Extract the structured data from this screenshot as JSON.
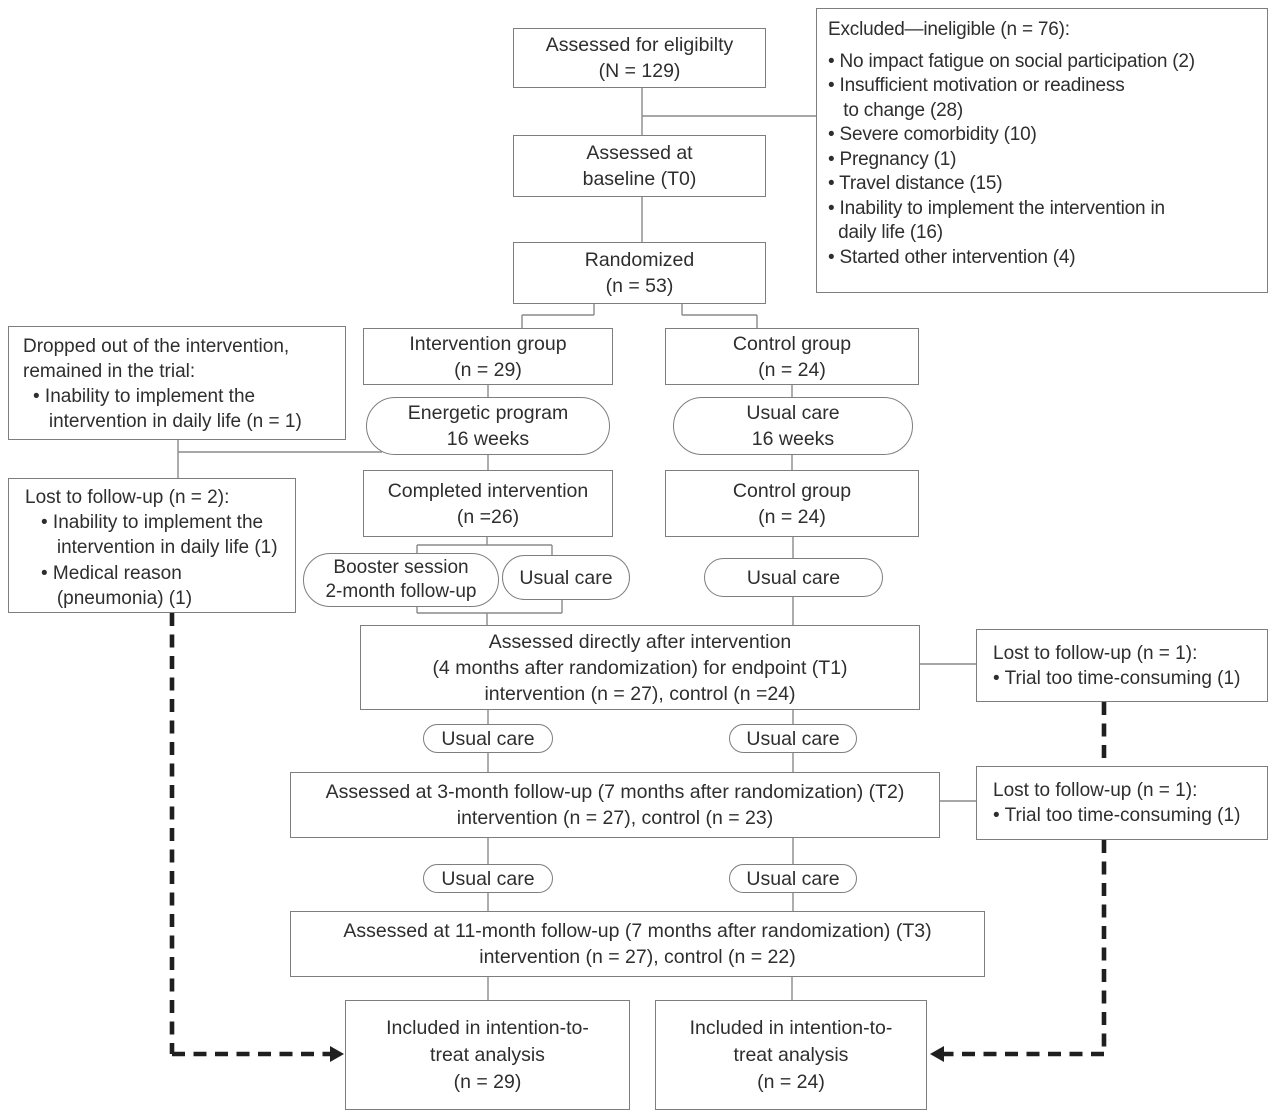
{
  "colors": {
    "background": "#ffffff",
    "box_border": "#7e7e7e",
    "connector": "#8a8a8a",
    "dashed_line": "#1f1f1f",
    "text": "#2e2e2e"
  },
  "boxes": {
    "eligibility": "Assessed for eligibilty\n(N = 129)",
    "baseline": "Assessed at\nbaseline (T0)",
    "randomized": "Randomized\n(n = 53)",
    "excluded": {
      "title": "Excluded—ineligible (n = 76):",
      "items": [
        "• No impact fatigue on social participation (2)",
        "• Insufficient motivation or readiness\n   to change (28)",
        "• Severe comorbidity (10)",
        "• Pregnancy (1)",
        "• Travel distance (15)",
        "• Inability to implement the intervention in\n  daily life (16)",
        "• Started other intervention (4)"
      ]
    },
    "dropped_out": {
      "title": "Dropped out of the intervention,\nremained in the trial:",
      "item": "• Inability to implement the\n   intervention in daily life (n = 1)"
    },
    "intervention_group": "Intervention group\n(n = 29)",
    "control_group_a": "Control group\n(n = 24)",
    "energetic_program": "Energetic program\n16 weeks",
    "usual_care_16": "Usual care\n16 weeks",
    "lost_followup_2": {
      "title": "Lost to follow-up (n = 2):",
      "items": [
        "• Inability to implement the\n   intervention in daily life (1)",
        "• Medical reason\n   (pneumonia) (1)"
      ]
    },
    "completed_intervention": "Completed intervention\n(n =26)",
    "control_group_b": "Control group\n(n = 24)",
    "booster_session": "Booster session\n2-month follow-up",
    "usual_care": "Usual care",
    "t1": "Assessed directly after intervention\n(4 months after randomization) for endpoint (T1)\nintervention (n = 27), control (n =24)",
    "lost_followup_t1": {
      "title": "Lost to follow-up (n = 1):",
      "item": "• Trial too time-consuming (1)"
    },
    "t2": "Assessed at 3-month follow-up (7 months after randomization) (T2)\nintervention (n = 27), control (n = 23)",
    "lost_followup_t2": {
      "title": "Lost to follow-up (n = 1):",
      "item": "• Trial too time-consuming (1)"
    },
    "t3": "Assessed at 11-month follow-up (7 months after randomization) (T3)\nintervention (n = 27), control (n = 22)",
    "itt_intervention": "Included in intention-to-\ntreat analysis\n(n = 29)",
    "itt_control": "Included in intention-to-\ntreat analysis\n(n = 24)"
  }
}
